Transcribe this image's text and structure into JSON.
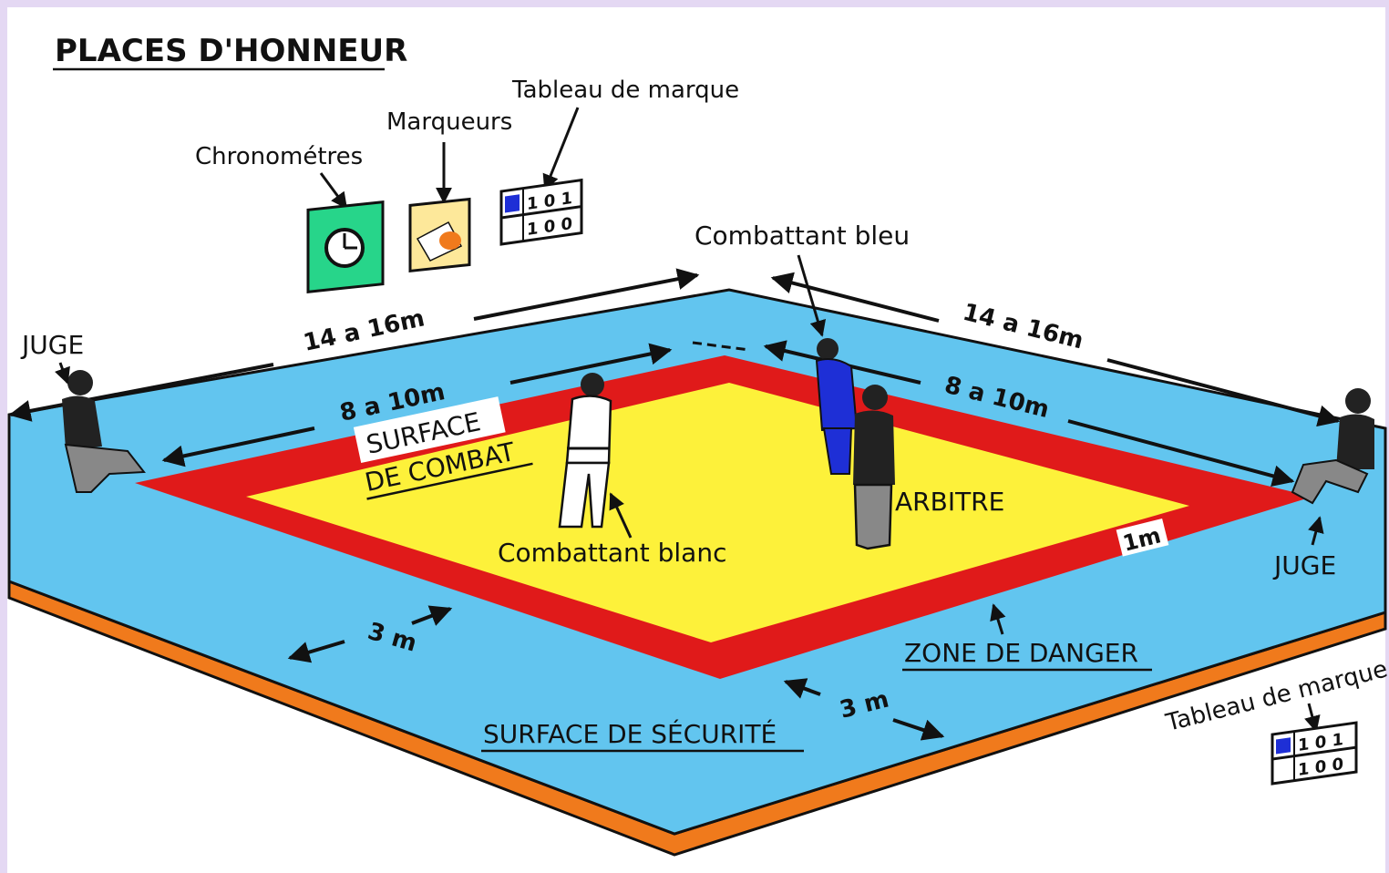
{
  "title": "PLACES D'HONNEUR",
  "labels": {
    "chronometres": "Chronométres",
    "marqueurs": "Marqueurs",
    "tableau_top": "Tableau de marque",
    "tableau_bottom": "Tableau de marque",
    "combattant_bleu": "Combattant bleu",
    "combattant_blanc": "Combattant blanc",
    "arbitre": "ARBITRE",
    "juge_left": "JUGE",
    "juge_right": "JUGE",
    "dim_outer_left": "14 a 16m",
    "dim_outer_right": "14 a 16m",
    "dim_inner_left": "8 a 10m",
    "dim_inner_right": "8 a 10m",
    "surface_combat_line1": "SURFACE",
    "surface_combat_line2": "DE COMBAT",
    "one_m": "1m",
    "zone_danger": "ZONE DE DANGER",
    "three_m_left": "3 m",
    "three_m_right": "3 m",
    "surface_securite": "SURFACE DE SÉCURITÉ",
    "score_row1": "1 0 1",
    "score_row2": "1 0 0"
  },
  "colors": {
    "safety_area": "#62c5ef",
    "danger_zone": "#e01a1a",
    "contest_area": "#fdf13a",
    "mat_edge": "#f07a1c",
    "blue_judoka": "#1e2fd6",
    "timer_box": "#27d58a",
    "marker_box": "#fde89a",
    "outline": "#111111"
  }
}
